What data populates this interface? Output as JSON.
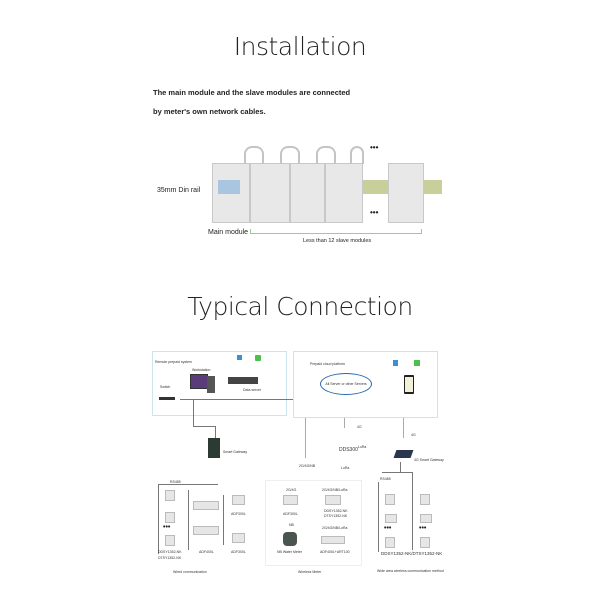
{
  "installation": {
    "title": "Installation",
    "desc_line1": "The main module and the slave modules are connected",
    "desc_line2": "by meter's own network cables.",
    "rail_label": "35mm Din rail",
    "main_label": "Main module",
    "slave_label": "Less than 12 slave modules",
    "ellipsis": "•••"
  },
  "connection": {
    "title": "Typical Connection",
    "remote_system": "Remote prepaid system",
    "workstation": "Workstation",
    "switch": "Switch",
    "data_server": "Data server",
    "smart_gateway": "Smart Gateway",
    "cloud_platform": "Prepaid cloud platform",
    "cloud_label": "All Server or other Servers",
    "net_4g_a": "4G",
    "net_4g_b": "4G",
    "lora_a": "LoRa",
    "lora_b": "LoRa",
    "meter_model": "DDS300",
    "net_mix": "2G/4G/NB",
    "gateway_4g": "4G Smart Gateway",
    "wired": {
      "rs485": "RS485",
      "ddsy": "DDSY1352-NK",
      "dtsy": "DTSY1352-NK",
      "adf400": "ADF400L",
      "adf300a": "ADF300L",
      "adf300b": "ADF300L",
      "caption": "Wired communication"
    },
    "wireless": {
      "nb1": "2G/4G",
      "adf300": "ADF300L",
      "nb2": "2G/4G/NB/LoRa",
      "ddsy": "DDSY1352-NK",
      "dtsy": "DTSY1352-NK",
      "nb3": "NB",
      "water": "NB Water Meter",
      "nb4": "2G/4G/NB/LoRa",
      "adf400": "ADF400L+ART100",
      "caption": "Wireless Meter"
    },
    "wide": {
      "rs485": "RS485",
      "models": "DDSY1352-NK/DTSY1352-NK",
      "caption": "Wide area wireless communication method"
    }
  }
}
